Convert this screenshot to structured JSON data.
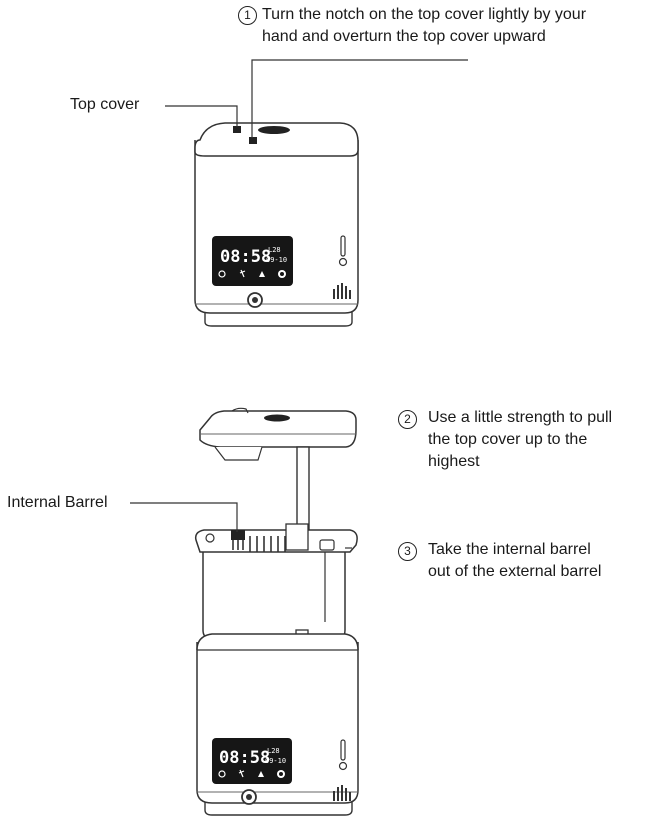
{
  "steps": [
    {
      "number": "1",
      "lines": [
        "Turn the notch on the top cover lightly by your",
        "hand and overturn the top cover upward"
      ]
    },
    {
      "number": "2",
      "lines": [
        "Use a little strength to pull",
        "the top cover up to the",
        "highest"
      ]
    },
    {
      "number": "3",
      "lines": [
        "Take the internal barrel",
        "out of the external barrel"
      ]
    }
  ],
  "labels": {
    "top_cover": "Top cover",
    "internal_barrel": "Internal Barrel"
  },
  "display": {
    "time": "08:58",
    "small_top": "L28",
    "small_bottom": "09-10"
  }
}
